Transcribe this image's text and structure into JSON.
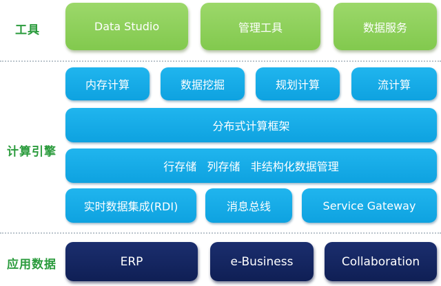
{
  "layers": {
    "tools": {
      "label": "工具",
      "items": [
        "Data Studio",
        "管理工具",
        "数据服务"
      ]
    },
    "compute": {
      "label": "计算引擎",
      "engines": [
        "内存计算",
        "数据挖掘",
        "规划计算",
        "流计算"
      ],
      "framework": "分布式计算框架",
      "storage": "行存储   列存储   非结构化数据管理",
      "services": [
        "实时数据集成(RDI)",
        "消息总线",
        "Service Gateway"
      ]
    },
    "apps": {
      "label": "应用数据",
      "items": [
        "ERP",
        "e-Business",
        "Collaboration"
      ]
    }
  },
  "colors": {
    "label_green": "#2a9b3c",
    "tool_green": "#8ecf5c",
    "engine_blue": "#13a7e5",
    "app_navy": "#142660"
  }
}
